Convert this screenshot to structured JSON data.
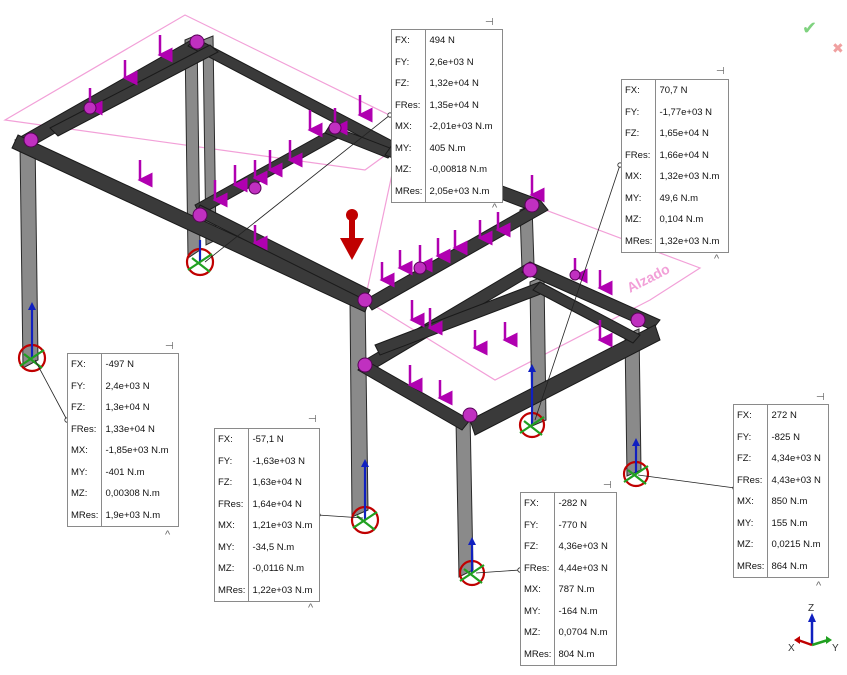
{
  "view_label": "Alzado",
  "triad": {
    "x": "X",
    "y": "Y",
    "z": "Z"
  },
  "status_icons": {
    "ok": "checkmark-icon",
    "cancel": "x-icon"
  },
  "colors": {
    "beam": "#3a3a3a",
    "load": "#b000b0",
    "gravity": "#c00000",
    "plane": "#f2a0d8"
  },
  "callouts": [
    {
      "id": "top-center",
      "rows": [
        {
          "label": "FX:",
          "value": "494 N"
        },
        {
          "label": "FY:",
          "value": "2,6e+03 N"
        },
        {
          "label": "FZ:",
          "value": "1,32e+04 N"
        },
        {
          "label": "FRes:",
          "value": "1,35e+04 N"
        },
        {
          "label": "MX:",
          "value": "-2,01e+03 N.m"
        },
        {
          "label": "MY:",
          "value": "405 N.m"
        },
        {
          "label": "MZ:",
          "value": "-0,00818 N.m"
        },
        {
          "label": "MRes:",
          "value": "2,05e+03 N.m"
        }
      ]
    },
    {
      "id": "top-right",
      "rows": [
        {
          "label": "FX:",
          "value": "70,7 N"
        },
        {
          "label": "FY:",
          "value": "-1,77e+03 N"
        },
        {
          "label": "FZ:",
          "value": "1,65e+04 N"
        },
        {
          "label": "FRes:",
          "value": "1,66e+04 N"
        },
        {
          "label": "MX:",
          "value": "1,32e+03 N.m"
        },
        {
          "label": "MY:",
          "value": "49,6 N.m"
        },
        {
          "label": "MZ:",
          "value": "0,104 N.m"
        },
        {
          "label": "MRes:",
          "value": "1,32e+03 N.m"
        }
      ]
    },
    {
      "id": "left",
      "rows": [
        {
          "label": "FX:",
          "value": "-497 N"
        },
        {
          "label": "FY:",
          "value": "2,4e+03 N"
        },
        {
          "label": "FZ:",
          "value": "1,3e+04 N"
        },
        {
          "label": "FRes:",
          "value": "1,33e+04 N"
        },
        {
          "label": "MX:",
          "value": "-1,85e+03 N.m"
        },
        {
          "label": "MY:",
          "value": "-401 N.m"
        },
        {
          "label": "MZ:",
          "value": "0,00308 N.m"
        },
        {
          "label": "MRes:",
          "value": "1,9e+03 N.m"
        }
      ]
    },
    {
      "id": "bottom-center-left",
      "rows": [
        {
          "label": "FX:",
          "value": "-57,1 N"
        },
        {
          "label": "FY:",
          "value": "-1,63e+03 N"
        },
        {
          "label": "FZ:",
          "value": "1,63e+04 N"
        },
        {
          "label": "FRes:",
          "value": "1,64e+04 N"
        },
        {
          "label": "MX:",
          "value": "1,21e+03 N.m"
        },
        {
          "label": "MY:",
          "value": "-34,5 N.m"
        },
        {
          "label": "MZ:",
          "value": "-0,0116 N.m"
        },
        {
          "label": "MRes:",
          "value": "1,22e+03 N.m"
        }
      ]
    },
    {
      "id": "bottom-center-right",
      "rows": [
        {
          "label": "FX:",
          "value": "-282 N"
        },
        {
          "label": "FY:",
          "value": "-770 N"
        },
        {
          "label": "FZ:",
          "value": "4,36e+03 N"
        },
        {
          "label": "FRes:",
          "value": "4,44e+03 N"
        },
        {
          "label": "MX:",
          "value": "787 N.m"
        },
        {
          "label": "MY:",
          "value": "-164 N.m"
        },
        {
          "label": "MZ:",
          "value": "0,0704 N.m"
        },
        {
          "label": "MRes:",
          "value": "804 N.m"
        }
      ]
    },
    {
      "id": "right",
      "rows": [
        {
          "label": "FX:",
          "value": "272 N"
        },
        {
          "label": "FY:",
          "value": "-825 N"
        },
        {
          "label": "FZ:",
          "value": "4,34e+03 N"
        },
        {
          "label": "FRes:",
          "value": "4,43e+03 N"
        },
        {
          "label": "MX:",
          "value": "850 N.m"
        },
        {
          "label": "MY:",
          "value": "155 N.m"
        },
        {
          "label": "MZ:",
          "value": "0,0215 N.m"
        },
        {
          "label": "MRes:",
          "value": "864 N.m"
        }
      ]
    }
  ]
}
